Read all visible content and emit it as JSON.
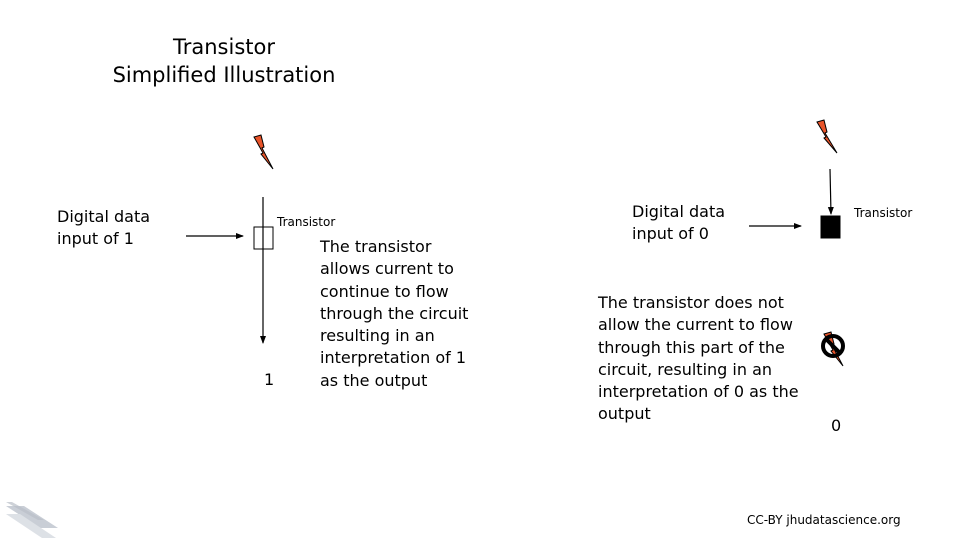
{
  "title": "Transistor\nSimplified Illustration",
  "left": {
    "input_label": "Digital data\ninput of 1",
    "transistor_label": "Transistor",
    "description": "The transistor\nallows current to\ncontinue to flow\nthrough the circuit\nresulting in an\ninterpretation of 1\nas the output",
    "output_value": "1"
  },
  "right": {
    "input_label": "Digital data\ninput of 0",
    "transistor_label": "Transistor",
    "description": "The transistor does not\nallow the current to flow\nthrough this part of the\ncircuit, resulting in an\ninterpretation of 0 as the\noutput",
    "output_value": "0"
  },
  "footer": {
    "credit": "CC-BY jhudatascience.org"
  },
  "colors": {
    "lightning": "#e8542a",
    "stroke": "#000000",
    "logo": "#c9ced6"
  },
  "icons": {
    "power": "lightning-bolt-icon",
    "no_power": "no-lightning-icon",
    "logo": "stripes-logo-icon"
  }
}
